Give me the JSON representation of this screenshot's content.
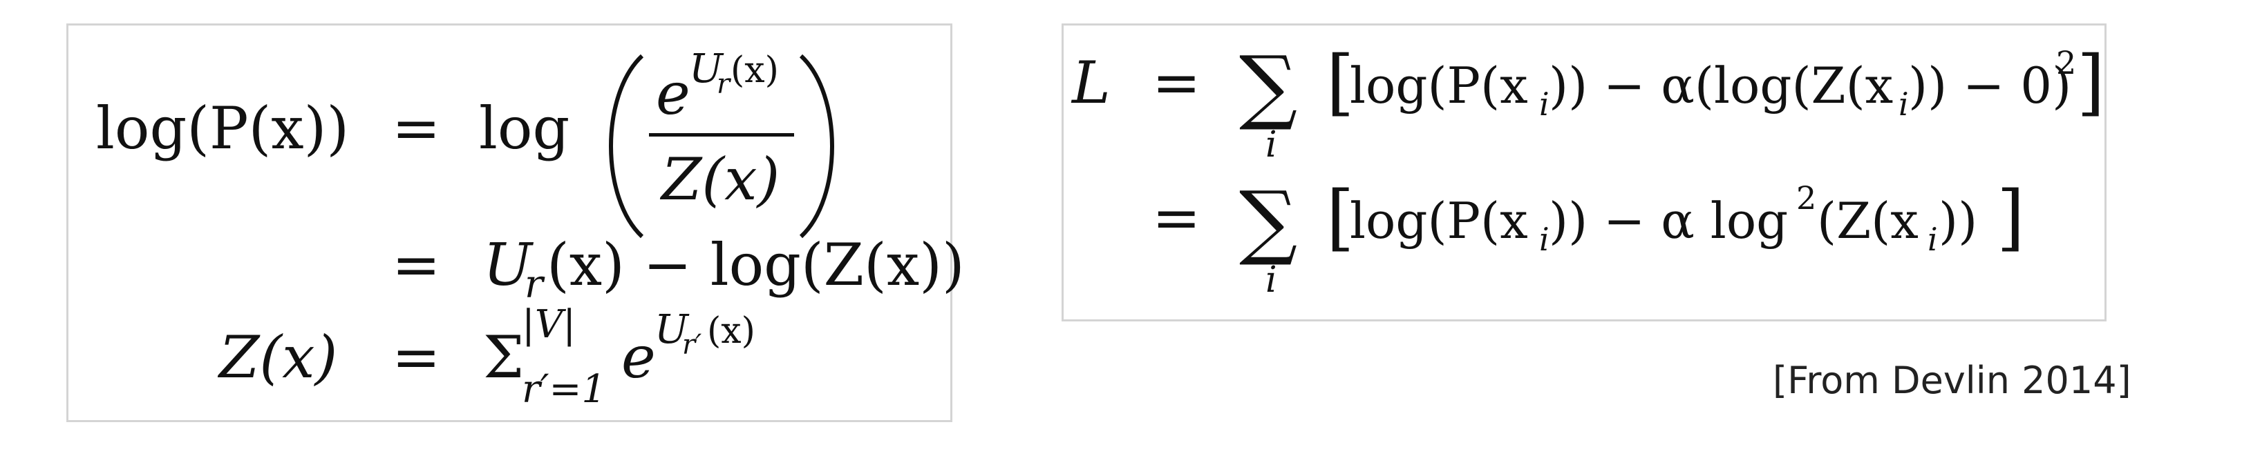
{
  "left_equations": {
    "line1": {
      "lhs": "log(P(x))",
      "eq": "=",
      "rhs_log": "log",
      "numerator_base": "e",
      "numerator_exp_u": "U",
      "numerator_exp_sub": "r",
      "numerator_exp_arg": "(x)",
      "denominator": "Z(x)"
    },
    "line2": {
      "eq": "=",
      "rhs_u": "U",
      "rhs_u_sub": "r",
      "rhs_rest": "(x) − log(Z(x))"
    },
    "line3": {
      "lhs": "Z(x)",
      "eq": "=",
      "sigma": "Σ",
      "sigma_sup": "|V|",
      "sigma_sub": "r′=1",
      "base": "e",
      "exp_u": "U",
      "exp_sub": "r′",
      "exp_arg": "(x)"
    }
  },
  "right_equations": {
    "line1": {
      "lhs": "L",
      "eq": "=",
      "sum": "∑",
      "sum_index": "i",
      "lbracket": "[",
      "term_a": "log(P(x",
      "sub_a": "i",
      "term_b": ")) − α(log(Z(x",
      "sub_b": "i",
      "term_c": ")) − 0)",
      "sup_c": "2",
      "rbracket": "]"
    },
    "line2": {
      "eq": "=",
      "sum": "∑",
      "sum_index": "i",
      "lbracket": "[",
      "term_a": "log(P(x",
      "sub_a": "i",
      "term_b": ")) − α log",
      "sup_b": "2",
      "term_c": "(Z(x",
      "sub_c": "i",
      "term_d": "))",
      "rbracket": "]"
    }
  },
  "citation": "[From Devlin 2014]"
}
